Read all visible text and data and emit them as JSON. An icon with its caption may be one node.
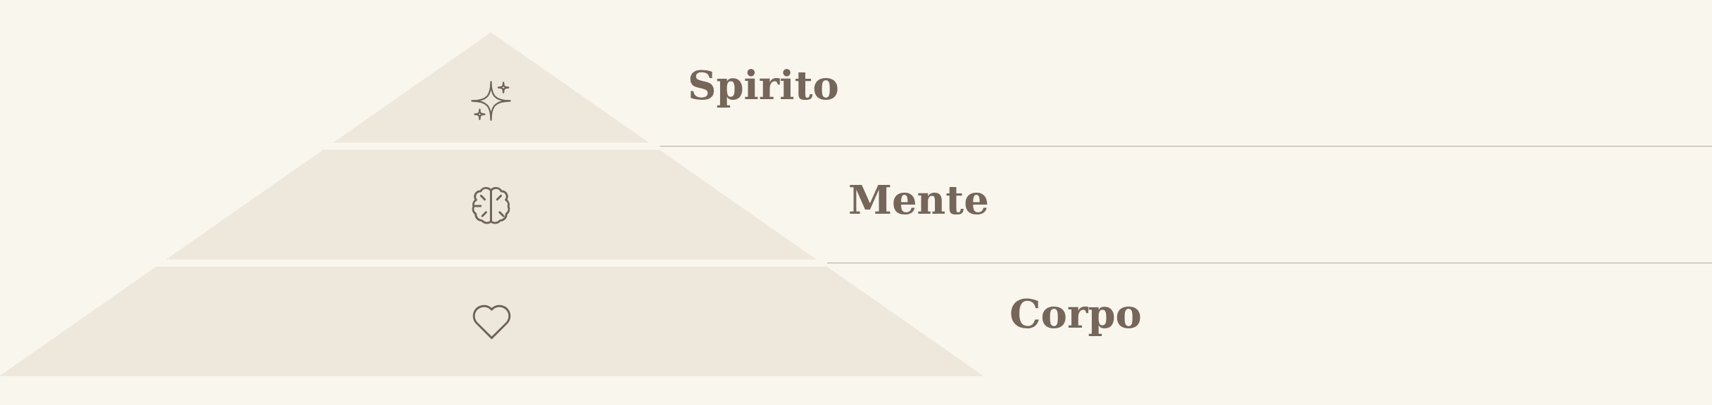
{
  "diagram": {
    "nodes": [
      {
        "text": [
          "Spirito"
        ]
      },
      {
        "text": [
          "Mente"
        ]
      },
      {
        "text": [
          "Corpo"
        ]
      }
    ]
  }
}
